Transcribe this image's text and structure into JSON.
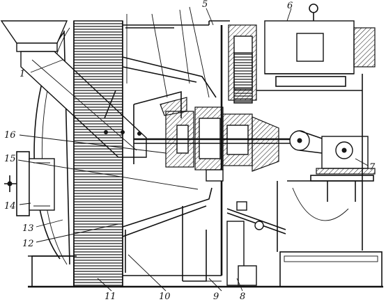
{
  "callouts": {
    "c1": "1",
    "c5": "5",
    "c6": "6",
    "c7": "7",
    "c8": "8",
    "c9": "9",
    "c10": "10",
    "c11": "11",
    "c12": "12",
    "c13": "13",
    "c14": "14",
    "c15": "15",
    "c16": "16"
  }
}
